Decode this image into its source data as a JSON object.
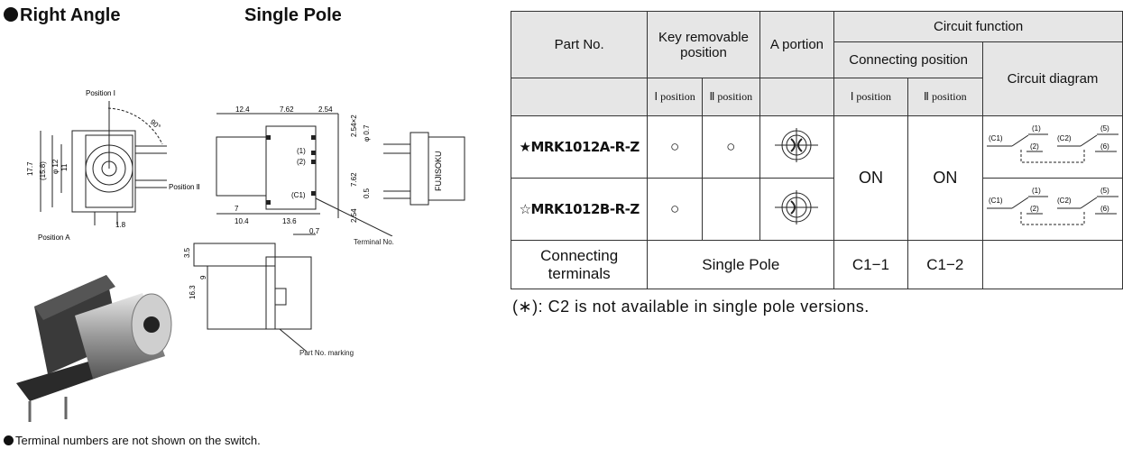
{
  "header": {
    "title_left": "Right Angle",
    "title_right": "Single Pole"
  },
  "drawing": {
    "position_1": "Position Ⅰ",
    "position_2": "Position Ⅱ",
    "position_a": "Position A",
    "angle": "90°",
    "dims_front": [
      "17.7",
      "(15.8)",
      "φ 12",
      "11",
      "1.8"
    ],
    "dims_side_top": [
      "12.4",
      "7.62",
      "2.54"
    ],
    "dims_side_right": [
      "2.54×2",
      "φ 0.7",
      "7.62",
      "0.5",
      "2.54"
    ],
    "dims_side_bottom": [
      "7",
      "10.4",
      "13.6"
    ],
    "pins": [
      "(1)",
      "(2)",
      "(C1)"
    ],
    "terminal_label": "Terminal No.",
    "brand": "FUJISOKU",
    "dims_bottom": [
      "3.5",
      "9",
      "16.3",
      "0.7"
    ],
    "part_marking": "Part No. marking"
  },
  "footnote_left": "Terminal numbers are not shown on the switch.",
  "table": {
    "headers": {
      "part_no": "Part No.",
      "key_removable": "Key removable position",
      "a_portion": "A portion",
      "circuit_function": "Circuit function",
      "connecting_position": "Connecting position",
      "circuit_diagram": "Circuit diagram",
      "pos1": "Ⅰ position",
      "pos2": "Ⅱ position"
    },
    "rows": [
      {
        "part": "★MRK1012A-R-Z",
        "key1": "○",
        "key2": "○"
      },
      {
        "part": "☆MRK1012B-R-Z",
        "key1": "○",
        "key2": ""
      }
    ],
    "on1": "ON",
    "on2": "ON",
    "footer": {
      "connecting_terminals": "Connecting terminals",
      "single_pole": "Single Pole",
      "c1": "C1−1",
      "c2": "C1−2"
    },
    "circuit_labels": [
      "(C1)",
      "(1)",
      "(2)",
      "(C2)",
      "(5)",
      "(6)"
    ]
  },
  "note": "(∗): C2 is not available in single pole versions."
}
